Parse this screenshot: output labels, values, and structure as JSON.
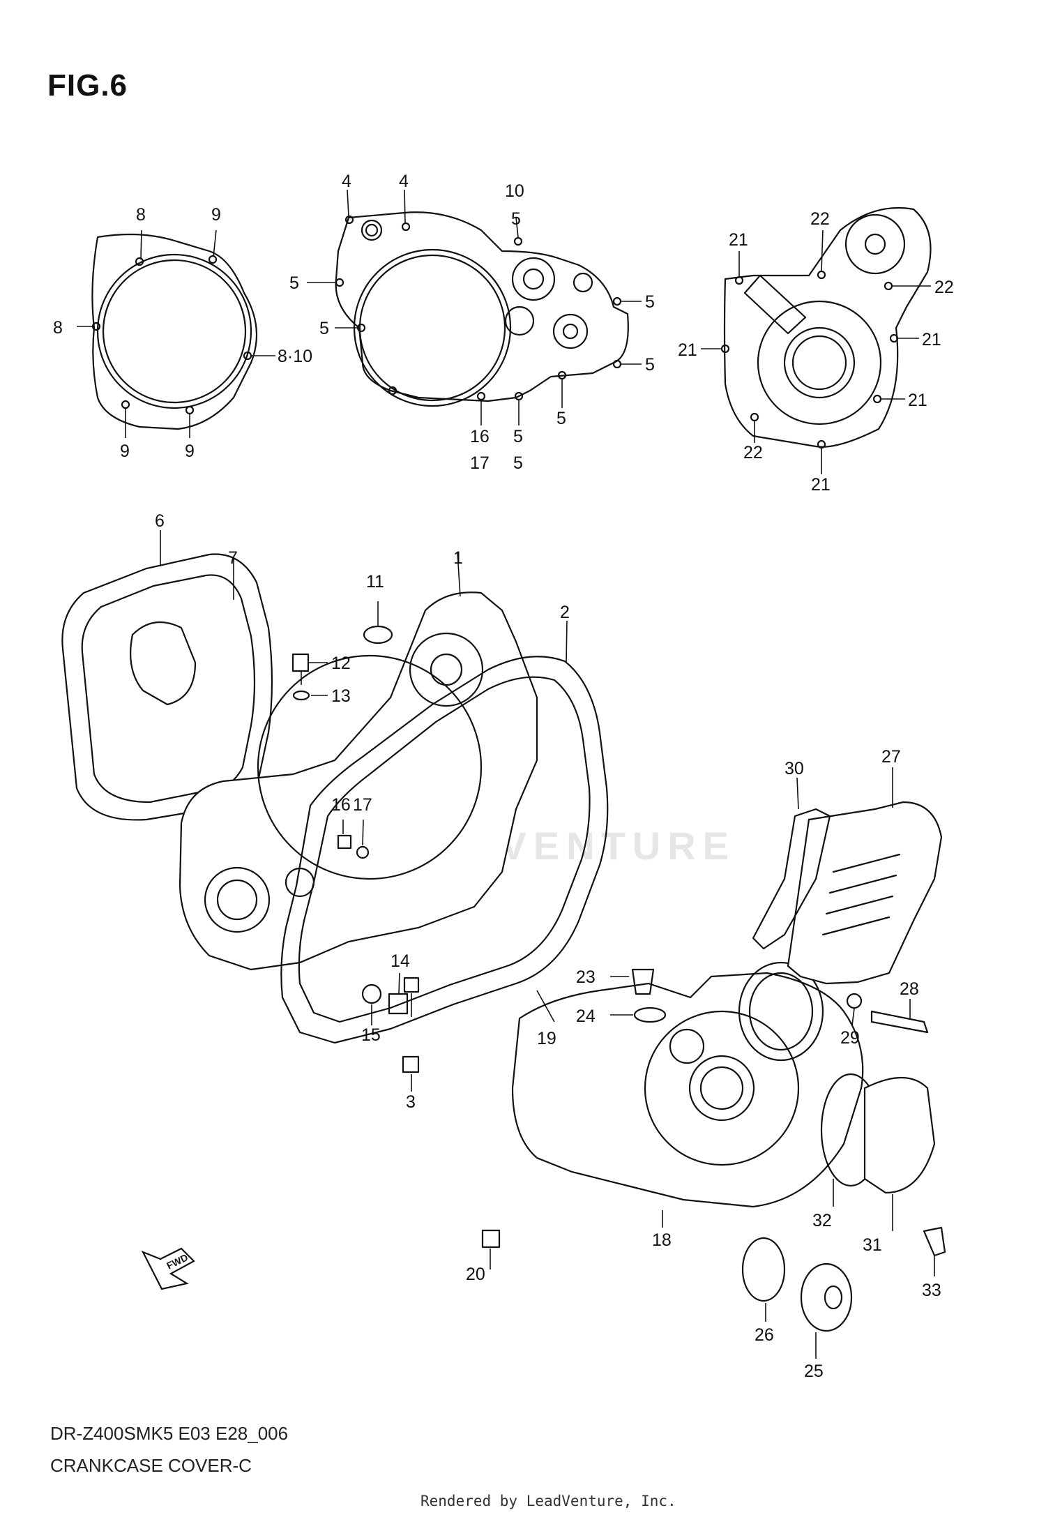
{
  "figure": {
    "title": "FIG.6",
    "model_code": "DR-Z400SMK5 E03 E28_006",
    "name": "CRANKCASE COVER-C",
    "credit": "Rendered by LeadVenture, Inc.",
    "watermark": "LEADVENTURE"
  },
  "colors": {
    "line": "#111111",
    "background": "#ffffff",
    "watermark": "#e6e6e6"
  },
  "icons": {
    "fwd_arrow": "fwd-arrow-icon"
  },
  "fwd_label": "FWD",
  "callouts": {
    "top_left": [
      "8",
      "9",
      "8",
      "8·10",
      "9",
      "9"
    ],
    "top_center": [
      "4",
      "4",
      "10",
      "5",
      "5",
      "5",
      "5",
      "5",
      "5",
      "5",
      "16",
      "17",
      "5"
    ],
    "top_right": [
      "21",
      "22",
      "22",
      "21",
      "21",
      "21",
      "22",
      "21"
    ],
    "main": [
      "6",
      "7",
      "11",
      "1",
      "2",
      "12",
      "13",
      "16",
      "17",
      "14",
      "15",
      "3",
      "30",
      "27",
      "23",
      "24",
      "19",
      "28",
      "29",
      "20",
      "18",
      "32",
      "31",
      "33",
      "26",
      "25"
    ]
  }
}
